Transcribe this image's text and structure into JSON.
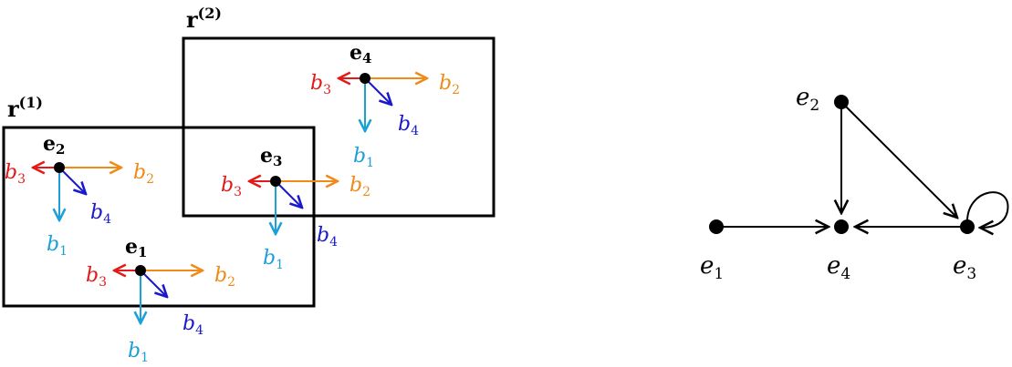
{
  "colors": {
    "b1": "#1ca0d8",
    "b2": "#f08a18",
    "b3": "#e21a1a",
    "b4": "#1a1acc",
    "stroke": "#000000"
  },
  "left_diagram": {
    "regions": [
      {
        "label": "r",
        "superscript": "(1)"
      },
      {
        "label": "r",
        "superscript": "(2)"
      }
    ],
    "entities": [
      {
        "name": "e",
        "sub": "1"
      },
      {
        "name": "e",
        "sub": "2"
      },
      {
        "name": "e",
        "sub": "3"
      },
      {
        "name": "e",
        "sub": "4"
      }
    ],
    "basis": {
      "b1": {
        "name": "b",
        "sub": "1"
      },
      "b2": {
        "name": "b",
        "sub": "2"
      },
      "b3": {
        "name": "b",
        "sub": "3"
      },
      "b4": {
        "name": "b",
        "sub": "4"
      }
    }
  },
  "right_graph": {
    "nodes": [
      {
        "name": "e",
        "sub": "1"
      },
      {
        "name": "e",
        "sub": "2"
      },
      {
        "name": "e",
        "sub": "3"
      },
      {
        "name": "e",
        "sub": "4"
      }
    ],
    "edges": [
      {
        "from": "e1",
        "to": "e4"
      },
      {
        "from": "e2",
        "to": "e4"
      },
      {
        "from": "e2",
        "to": "e3"
      },
      {
        "from": "e3",
        "to": "e4"
      },
      {
        "from": "e3",
        "to": "e3"
      }
    ]
  }
}
